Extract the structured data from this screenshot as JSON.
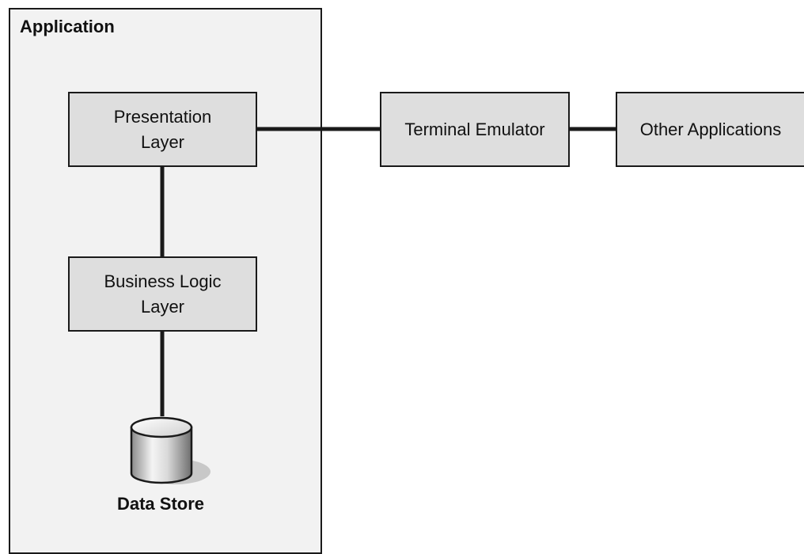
{
  "diagram": {
    "container": {
      "title": "Application"
    },
    "nodes": {
      "presentation": {
        "line1": "Presentation",
        "line2": "Layer"
      },
      "business": {
        "line1": "Business Logic",
        "line2": "Layer"
      },
      "terminal": {
        "label": "Terminal Emulator"
      },
      "other": {
        "label": "Other Applications"
      },
      "datastore": {
        "label": "Data Store"
      }
    },
    "connections": [
      {
        "from": "presentation",
        "to": "business"
      },
      {
        "from": "business",
        "to": "datastore"
      },
      {
        "from": "presentation",
        "to": "terminal"
      },
      {
        "from": "terminal",
        "to": "other"
      }
    ],
    "colors": {
      "container_fill": "#f2f2f2",
      "box_fill": "#dedede",
      "stroke": "#1a1a1a",
      "cylinder_shadow": "#c8c8c8"
    }
  }
}
